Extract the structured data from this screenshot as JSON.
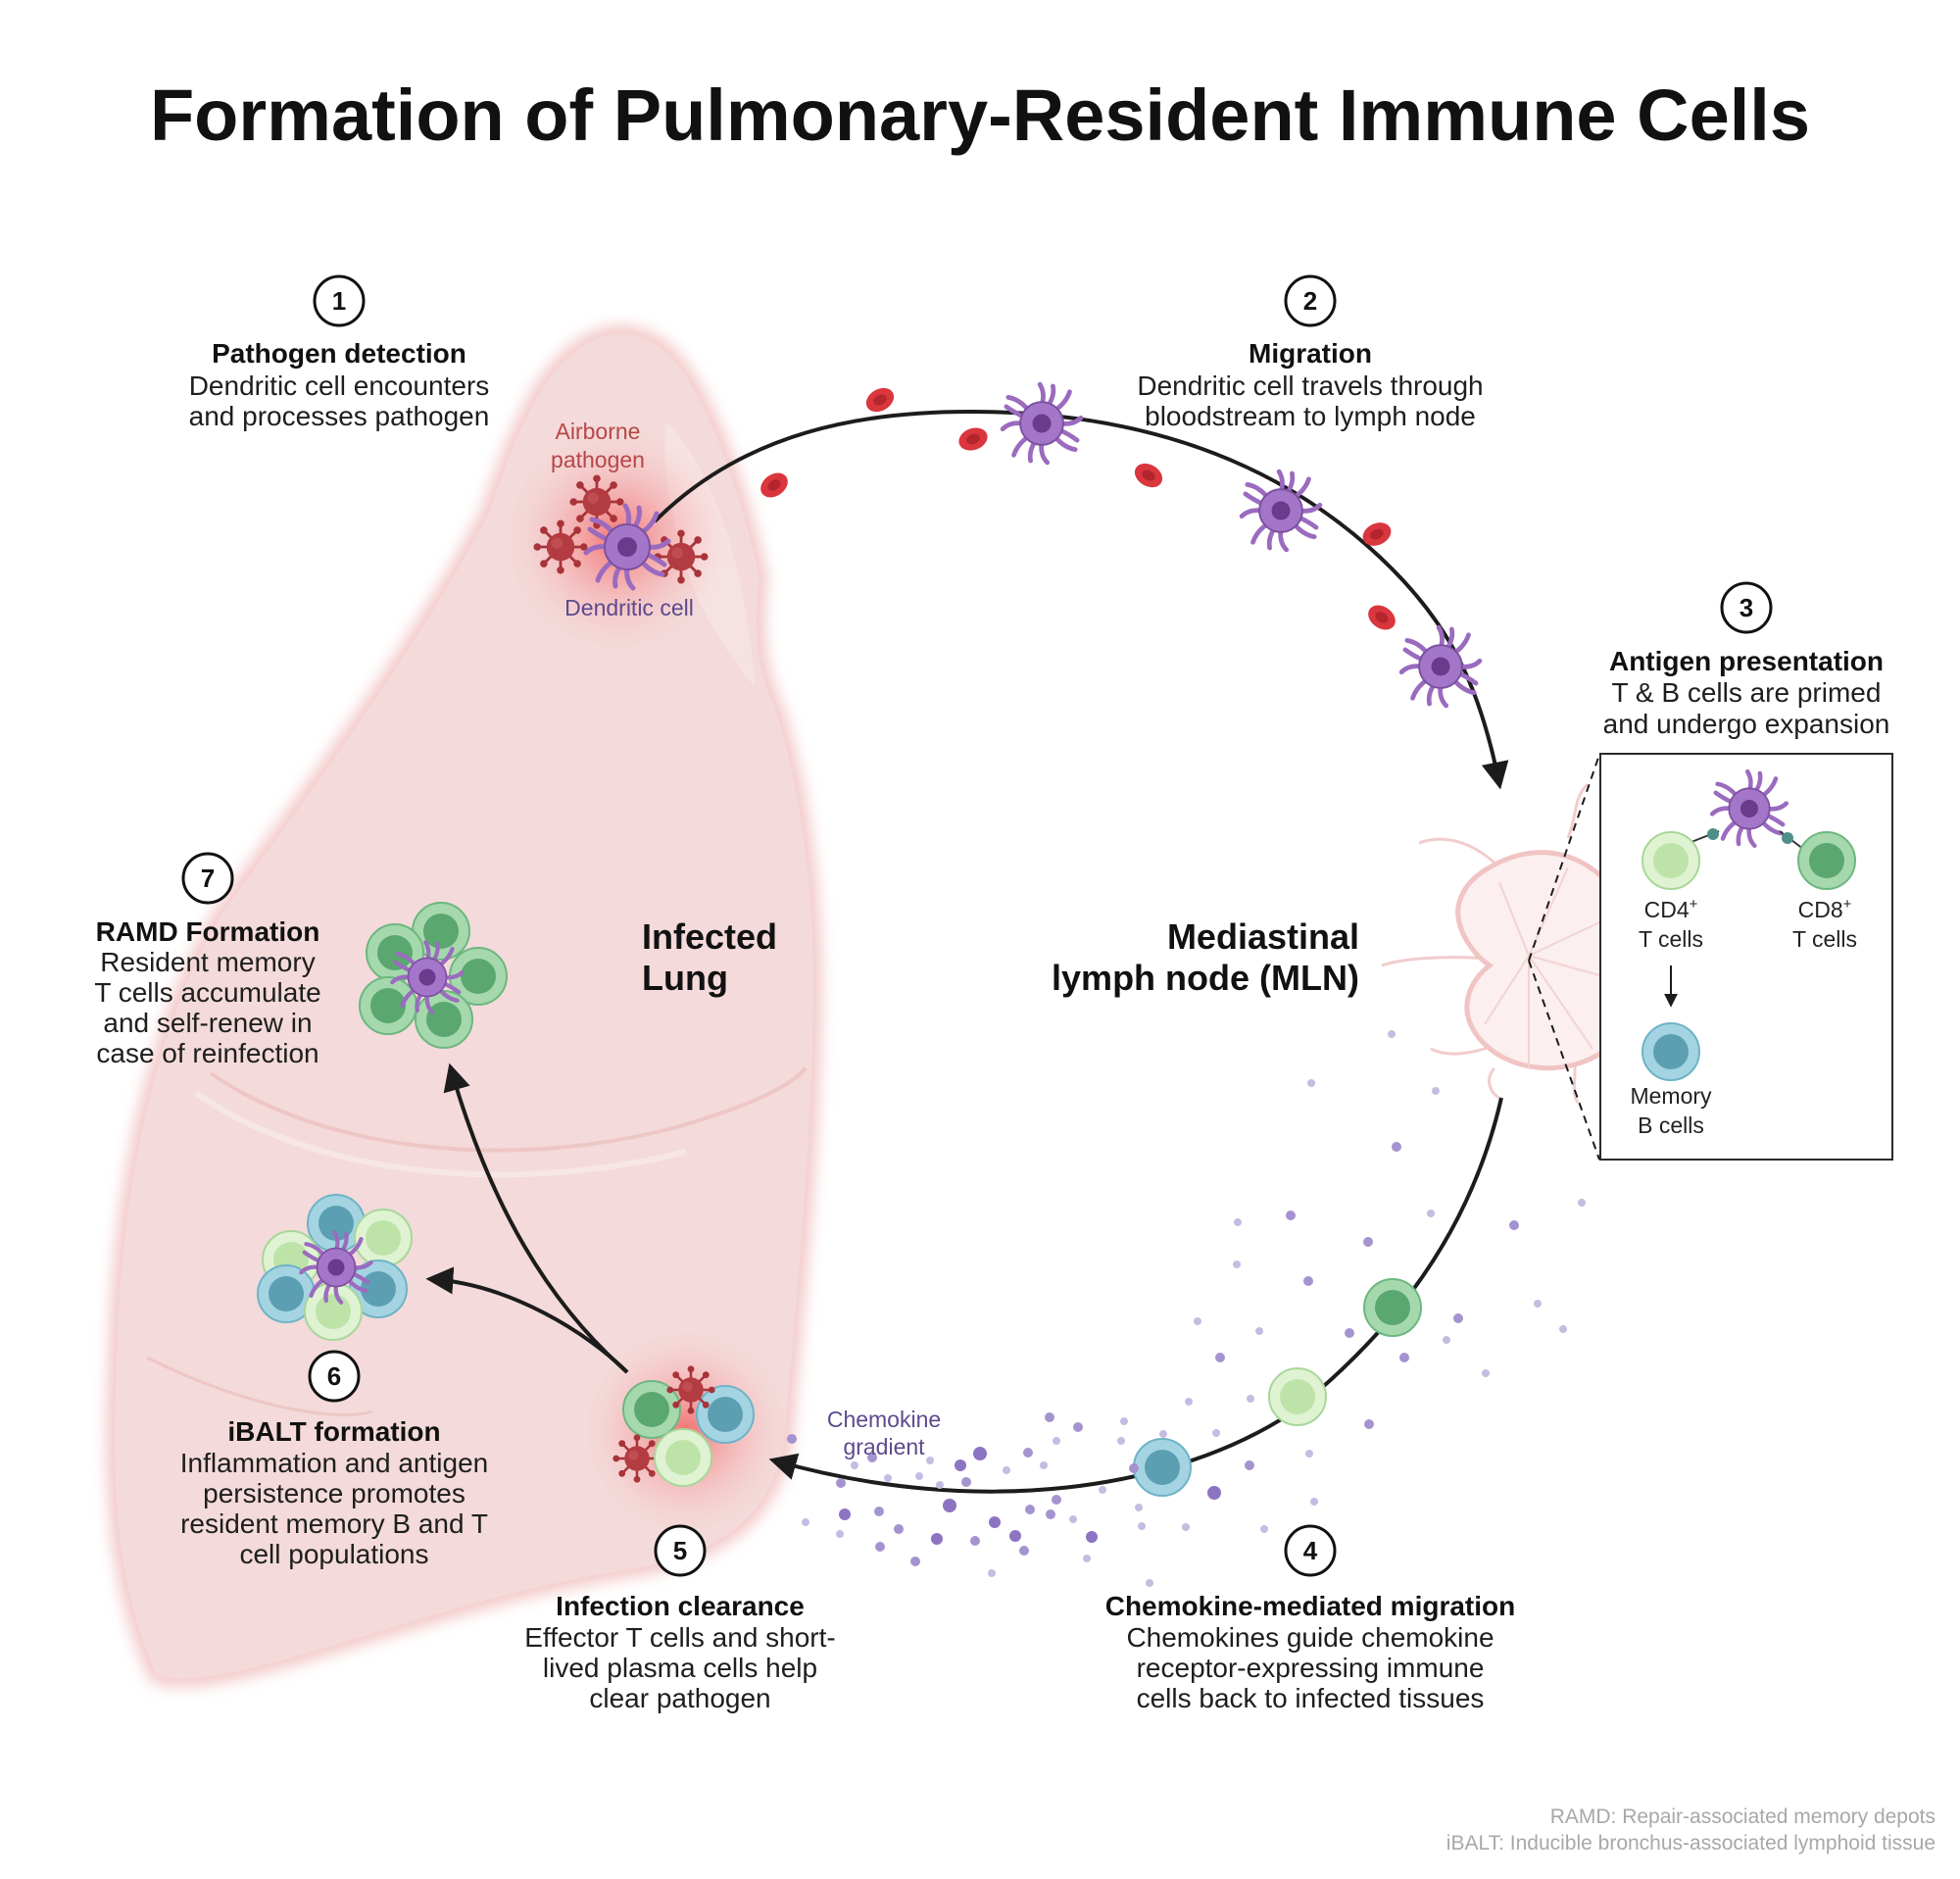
{
  "title": "Formation of Pulmonary-Resident Immune Cells",
  "regions": {
    "lung": [
      "Infected",
      "Lung"
    ],
    "lymph_node": [
      "Mediastinal",
      "lymph node (MLN)"
    ]
  },
  "labels": {
    "airborne_pathogen": [
      "Airborne",
      "pathogen"
    ],
    "dendritic_cell": "Dendritic cell",
    "chemokine_gradient": [
      "Chemokine",
      "gradient"
    ]
  },
  "steps": [
    {
      "number": "1",
      "title": "Pathogen detection",
      "lines": [
        "Dendritic cell encounters",
        "and processes pathogen"
      ]
    },
    {
      "number": "2",
      "title": "Migration",
      "lines": [
        "Dendritic cell travels through",
        "bloodstream to lymph node"
      ]
    },
    {
      "number": "3",
      "title": "Antigen presentation",
      "lines": [
        "T & B cells are primed",
        "and undergo expansion"
      ]
    },
    {
      "number": "4",
      "title": "Chemokine-mediated migration",
      "lines": [
        "Chemokines guide chemokine",
        "receptor-expressing immune",
        "cells back to infected tissues"
      ]
    },
    {
      "number": "5",
      "title": "Infection clearance",
      "lines": [
        "Effector T cells and short-",
        "lived plasma cells help",
        "clear pathogen"
      ]
    },
    {
      "number": "6",
      "title": "iBALT formation",
      "lines": [
        "Inflammation and antigen",
        "persistence promotes",
        "resident memory B and T",
        "cell populations"
      ]
    },
    {
      "number": "7",
      "title": "RAMD Formation",
      "lines": [
        "Resident memory",
        "T cells accumulate",
        "and self-renew in",
        "case of reinfection"
      ]
    }
  ],
  "inset": {
    "cd4": {
      "name": "CD4",
      "sup": "+",
      "line2": "T cells"
    },
    "cd8": {
      "name": "CD8",
      "sup": "+",
      "line2": "T cells"
    },
    "memory_b": [
      "Memory",
      "B cells"
    ]
  },
  "footnotes": [
    "RAMD: Repair-associated memory depots",
    "iBALT: Inducible bronchus-associated lymphoid tissue"
  ],
  "colors": {
    "dendritic_cell": "#9b6bbf",
    "pathogen": "#b0353a",
    "red_blood_cell": "#d9363e",
    "cd4_t_cell": "#c9eab8",
    "cd8_t_cell": "#8fcf9b",
    "memory_b_cell": "#8ec9d9",
    "lung": "#f6d9d9"
  }
}
